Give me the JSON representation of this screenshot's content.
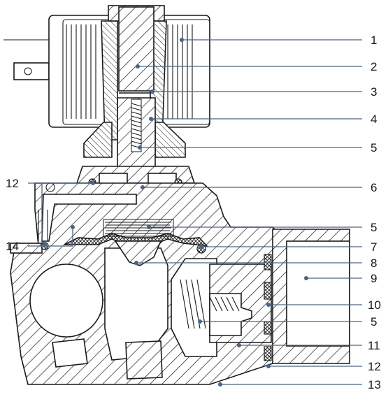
{
  "diagram": {
    "callouts_right": [
      "1",
      "2",
      "3",
      "4",
      "5",
      "6",
      "5",
      "7",
      "8",
      "9",
      "10",
      "5",
      "11",
      "12",
      "13"
    ],
    "callouts_left": [
      "12",
      "14"
    ]
  },
  "colors": {
    "outline": "#1a1a1a",
    "hatch": "#1a1a1a",
    "leader": "#4a6484",
    "background": "#ffffff"
  }
}
